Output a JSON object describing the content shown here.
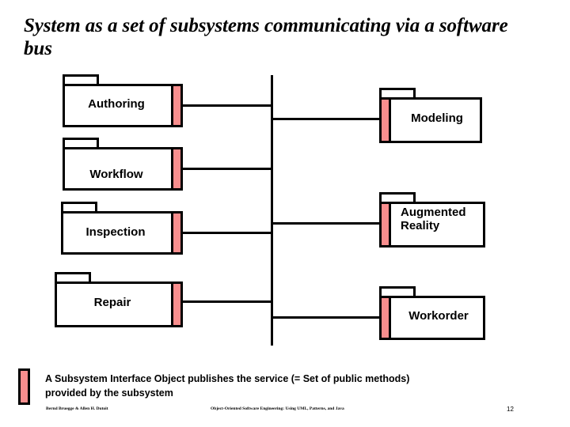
{
  "slide": {
    "title": "System as a set of subsystems communicating via a software bus",
    "accent_color": "#F98E8E",
    "line_color": "#000000",
    "background": "#FFFFFF"
  },
  "bus": {
    "name": "software-bus",
    "orientation": "vertical"
  },
  "subsystems": {
    "left_column": [
      {
        "label": "Authoring",
        "interface_side": "right"
      },
      {
        "label": "Workflow",
        "interface_side": "right"
      },
      {
        "label": "Inspection",
        "interface_side": "right"
      },
      {
        "label": "Repair",
        "interface_side": "right"
      }
    ],
    "right_column": [
      {
        "label": "Modeling",
        "interface_side": "left"
      },
      {
        "label": "Augmented\nReality",
        "interface_side": "left"
      },
      {
        "label": "Workorder",
        "interface_side": "left"
      }
    ]
  },
  "legend": {
    "line1": "A Subsystem Interface Object  publishes the service  (= Set of public methods)",
    "line2": "provided by the subsystem"
  },
  "footer": {
    "authors": "Bernd Bruegge & Allen H. Dutoit",
    "book": "Object-Oriented Software Engineering: Using UML, Patterns, and Java",
    "page": "12"
  }
}
